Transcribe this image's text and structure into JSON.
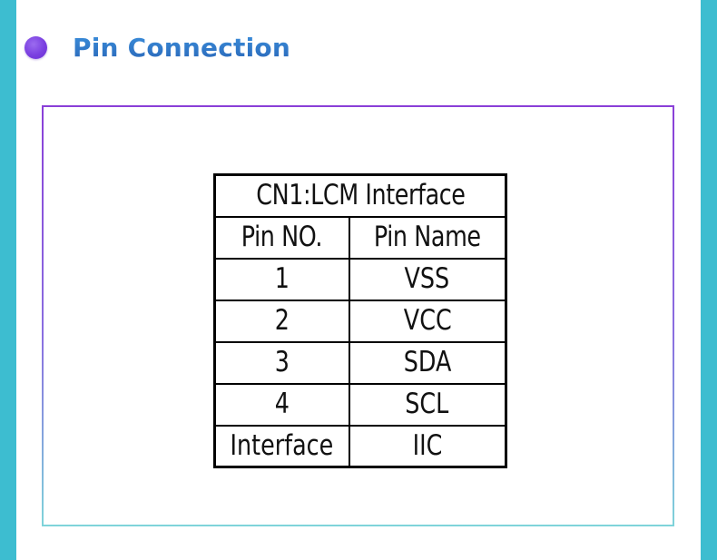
{
  "header": {
    "title": "Pin Connection"
  },
  "table": {
    "caption": "CN1:LCM Interface",
    "columns": [
      "Pin NO.",
      "Pin Name"
    ],
    "rows": [
      [
        "1",
        "VSS"
      ],
      [
        "2",
        "VCC"
      ],
      [
        "3",
        "SDA"
      ],
      [
        "4",
        "SCL"
      ],
      [
        "Interface",
        "IIC"
      ]
    ]
  },
  "colors": {
    "side_bar": "#3dbdd0",
    "title": "#2c6fbf",
    "bullet": "#7a3fe0",
    "frame_top": "#8a3fd8",
    "frame_bottom": "#7fd4da"
  }
}
